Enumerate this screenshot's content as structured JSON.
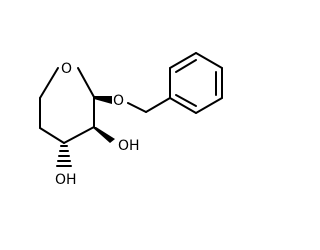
{
  "structure": {
    "ring_oxygen": "O",
    "glycosidic_oxygen": "O",
    "hydroxyl_c3": "OH",
    "hydroxyl_c4": "OH"
  },
  "colors": {
    "bond": "#000000",
    "text": "#000000",
    "background": "#ffffff"
  }
}
